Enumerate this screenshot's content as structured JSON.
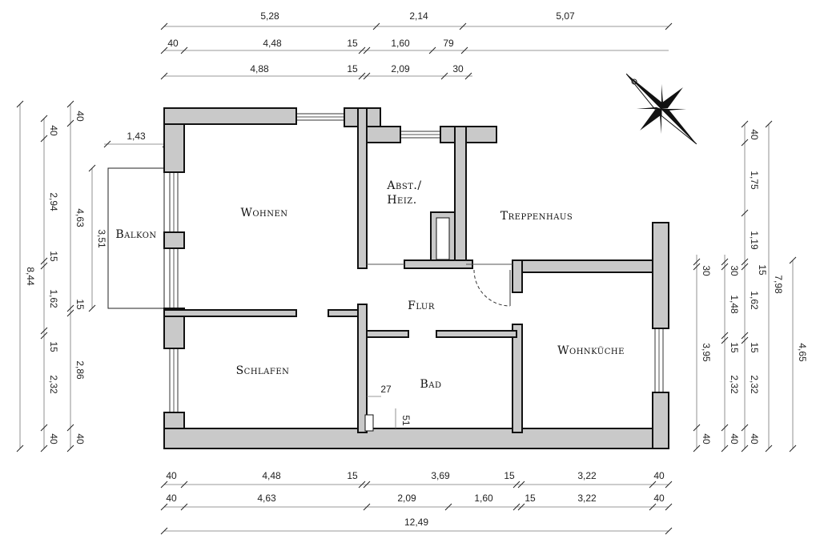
{
  "rooms": {
    "wohnen": "Wohnen",
    "abst_line1": "Abst./",
    "abst_line2": "Heiz.",
    "treppenhaus": "Treppenhaus",
    "balkon": "Balkon",
    "flur": "Flur",
    "schlafen": "Schlafen",
    "bad": "Bad",
    "wohnkueche": "Wohnküche"
  },
  "dimensions": {
    "top_row1": [
      "5,28",
      "2,14",
      "5,07"
    ],
    "top_row2": [
      "40",
      "4,48",
      "15",
      "1,60",
      "79"
    ],
    "top_row3": [
      "4,88",
      "15",
      "2,09",
      "30"
    ],
    "bottom_row1": [
      "40",
      "4,48",
      "15",
      "3,69",
      "15",
      "3,22",
      "40"
    ],
    "bottom_row2": [
      "40",
      "4,63",
      "2,09",
      "1,60",
      "15",
      "3,22",
      "40"
    ],
    "bottom_total": "12,49",
    "left_total": "8,44",
    "left_row1": [
      "40",
      "2,94",
      "15",
      "1,62",
      "15",
      "2,32",
      "40"
    ],
    "left_row2": [
      "40",
      "4,63",
      "15",
      "2,86",
      "40"
    ],
    "balkon_depth": "3,51",
    "balkon_width": "1,43",
    "right_row1": [
      "40",
      "1,75",
      "1,19",
      "15",
      "1,62",
      "15",
      "2,32",
      "40"
    ],
    "right_row2": [
      "30",
      "1,48",
      "15",
      "2,32",
      "40"
    ],
    "right_row3": [
      "30",
      "3,95",
      "40"
    ],
    "right_total1": "7,98",
    "right_total2": "4,65",
    "bad_small1": "27",
    "bad_small2": "51"
  }
}
